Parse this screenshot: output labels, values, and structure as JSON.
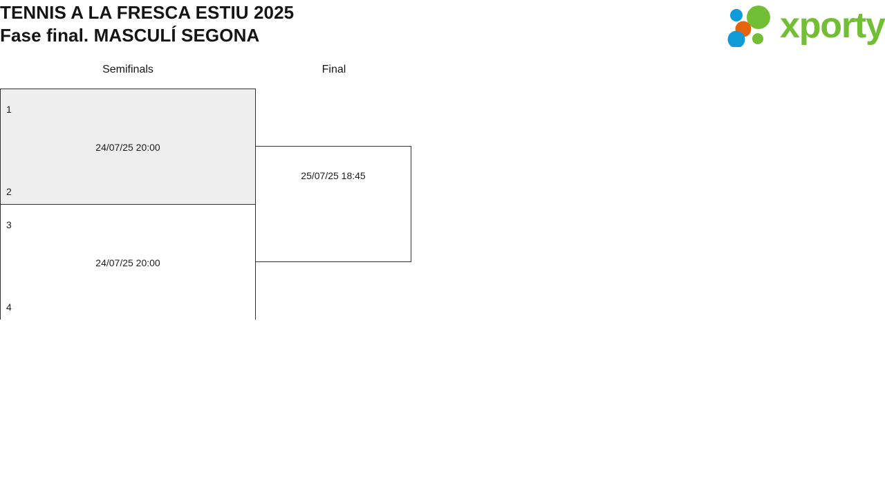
{
  "header": {
    "title_line1": "TENNIS A LA FRESCA ESTIU 2025",
    "title_line2": "Fase final. MASCULÍ SEGONA"
  },
  "logo": {
    "wordmark": "xporty",
    "green": "#72bf35",
    "blue": "#0e9bd8",
    "orange": "#e8640c",
    "dots": [
      {
        "name": "blue-small-top",
        "color": "#0e9bd8"
      },
      {
        "name": "green-large-top",
        "color": "#72bf35"
      },
      {
        "name": "orange-medium",
        "color": "#e8640c"
      },
      {
        "name": "blue-large-bottom",
        "color": "#0e9bd8"
      },
      {
        "name": "green-small-bottom",
        "color": "#72bf35"
      }
    ]
  },
  "bracket": {
    "rounds": [
      {
        "label": "Semifinals"
      },
      {
        "label": "Final"
      }
    ],
    "semifinals": [
      {
        "seed_top": "1",
        "seed_bottom": "2",
        "date": "24/07/25 20:00",
        "highlight_color": "#eeeeee"
      },
      {
        "seed_top": "3",
        "seed_bottom": "4",
        "date": "24/07/25 20:00",
        "highlight_color": "#ffffff"
      }
    ],
    "final": {
      "date": "25/07/25 18:45"
    }
  }
}
